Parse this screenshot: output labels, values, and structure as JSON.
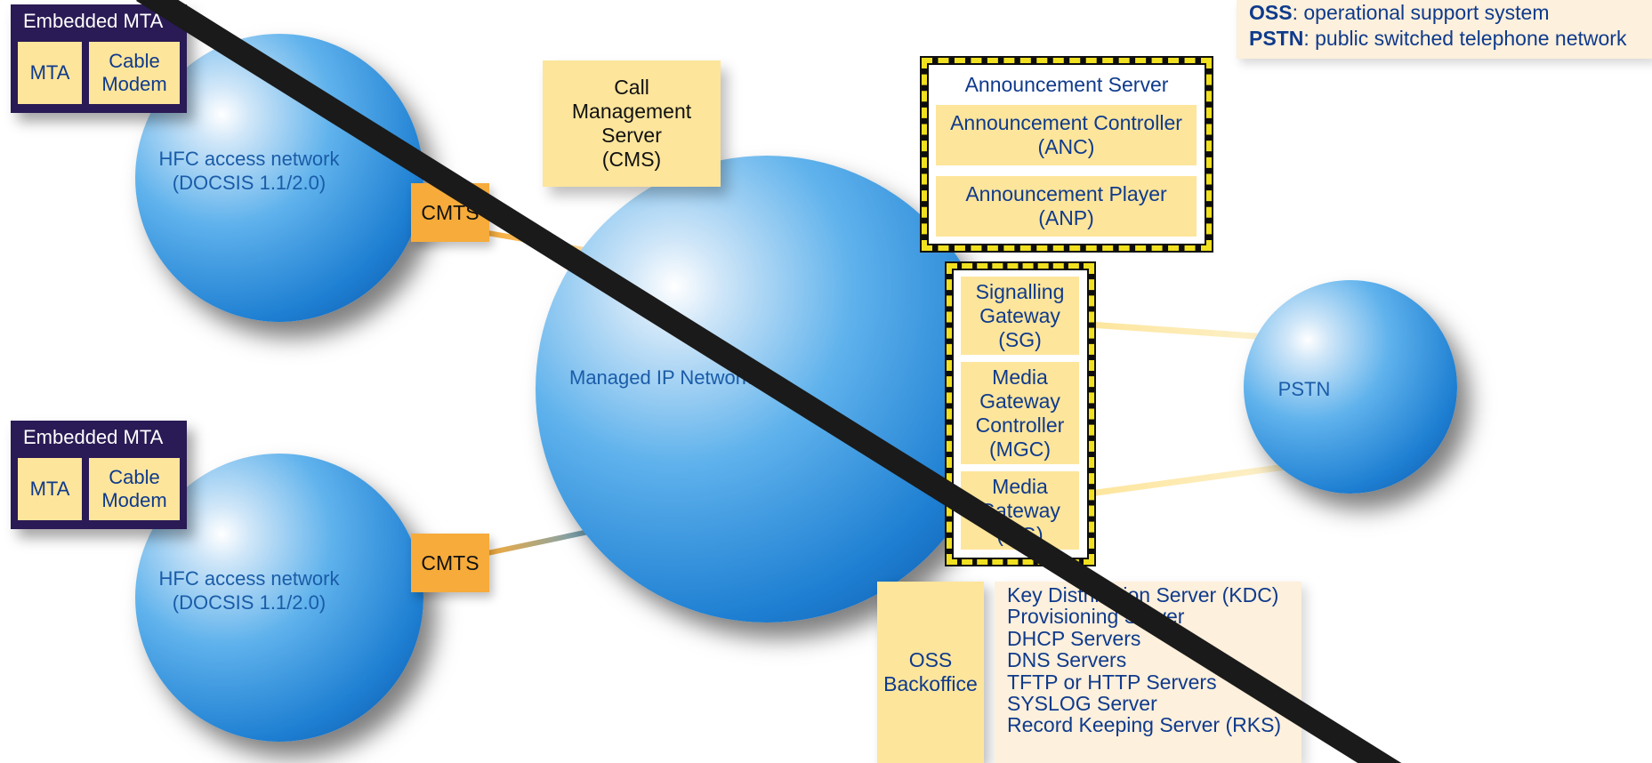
{
  "legend": [
    {
      "term": "OSS",
      "desc": ": operational support system"
    },
    {
      "term": "PSTN",
      "desc": ": public switched telephone network"
    }
  ],
  "embedded_mta_top": {
    "title": "Embedded MTA",
    "mta": "MTA",
    "modem": "Cable\nModem"
  },
  "embedded_mta_bottom": {
    "title": "Embedded MTA",
    "mta": "MTA",
    "modem": "Cable\nModem"
  },
  "hfc_top": "HFC access network\n(DOCSIS 1.1/2.0)",
  "hfc_bottom": "HFC access network\n(DOCSIS 1.1/2.0)",
  "cmts_top": "CMTS",
  "cmts_bottom": "CMTS",
  "cms": "Call\nManagement\nServer\n(CMS)",
  "managed_ip": "Managed IP Network",
  "announcement_server": {
    "title": "Announcement Server",
    "anc": "Announcement Controller\n(ANC)",
    "anp": "Announcement Player\n(ANP)"
  },
  "gateways": {
    "sg": "Signalling\nGateway\n(SG)",
    "mgc": "Media\nGateway\nController\n(MGC)",
    "mg": "Media\nGateway\n(MG)"
  },
  "pstn": "PSTN",
  "oss": {
    "label": "OSS\nBackoffice",
    "items": [
      "Key Distribution Server (KDC)",
      "Provisioning Server",
      "DHCP Servers",
      "DNS Servers",
      "TFTP or HTTP Servers",
      "SYSLOG Server",
      "Record Keeping Server (RKS)"
    ]
  }
}
